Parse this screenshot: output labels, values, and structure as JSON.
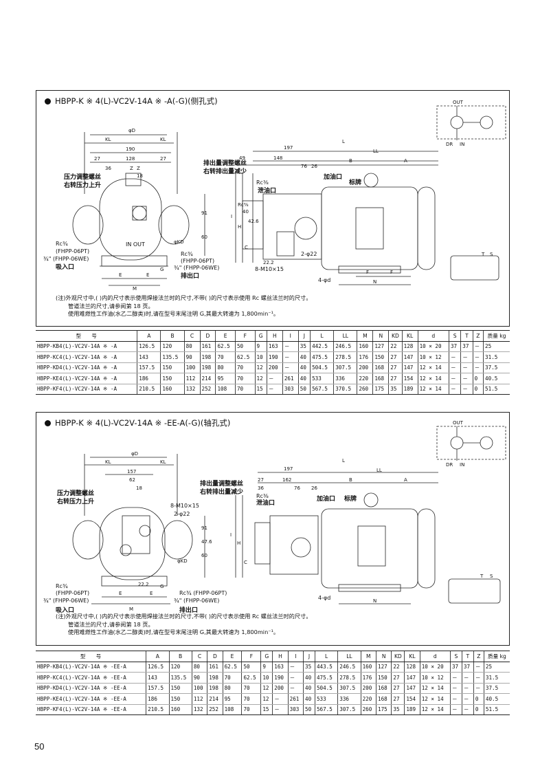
{
  "page_number": "50",
  "sections": [
    {
      "title": "HBPP-K ※ 4(L)-VC2V-14A ※ -A(-G)(侧孔式)",
      "labels": {
        "pressure_adj": "压力调整螺丝",
        "pressure_adj2": "右转压力上升",
        "flow_adj": "排出量调整螺丝",
        "flow_adj2": "右转排出量减少",
        "oil_fill": "加油口",
        "nameplate": "标牌",
        "drain": "泄油口",
        "suction": "吸入口",
        "discharge": "排出口",
        "rc_suction": "Rc¾",
        "fhpp_pt": "(FHPP-06PT)",
        "fhpp_we": "¾\" (FHPP-06WE)",
        "rc_discharge": "Rc¾",
        "fhpp_pt_r": "(FHPP-06PT)",
        "fhpp_we_r": "¾\" (FHPP-06WE)",
        "rc_drain": "Rc⅜",
        "in_out": "IN OUT",
        "m10": "8-M10×15",
        "d22": "2-φ22",
        "four_d": "4-φd",
        "out": "OUT",
        "dr": "DR",
        "in": "IN"
      },
      "dims": [
        "φD",
        "KL",
        "KL",
        "190",
        "27",
        "128",
        "27",
        "36",
        "Z",
        "Z",
        "18",
        "91",
        "60",
        "φKD",
        "E",
        "E",
        "M",
        "G",
        "197",
        "L",
        "LL",
        "49",
        "148",
        "76",
        "26",
        "B",
        "A",
        "Rc⅜",
        "40",
        "42.6",
        "H",
        "C",
        "I",
        "22.2",
        "F",
        "F",
        "N",
        "T",
        "S"
      ],
      "notes": [
        "(注)外观尺寸中,( )内的尺寸表示使用焊接法兰时的尺寸,不带( )的尺寸表示使用 Rc 螺丝法兰时的尺寸。",
        "管道法兰的尺寸,请参阅第 18 页。",
        "使用难燃性工作油(水乙二醇类)时,请在型号末尾注明 G,其最大转速为 1,800min⁻¹。"
      ],
      "table": {
        "headers": [
          "型　　号",
          "A",
          "B",
          "C",
          "D",
          "E",
          "F",
          "G",
          "H",
          "I",
          "J",
          "L",
          "LL",
          "M",
          "N",
          "KD",
          "KL",
          "d",
          "S",
          "T",
          "Z",
          "质量 kg"
        ],
        "rows": [
          [
            "HBPP-KB4(L)-VC2V-14A ※ -A",
            "126.5",
            "120",
            "80",
            "161",
            "62.5",
            "50",
            "9",
            "163",
            "－",
            "35",
            "442.5",
            "246.5",
            "160",
            "127",
            "22",
            "128",
            "10 × 20",
            "37",
            "37",
            "－",
            "25"
          ],
          [
            "HBPP-KC4(L)-VC2V-14A ※ -A",
            "143",
            "135.5",
            "90",
            "198",
            "70",
            "62.5",
            "10",
            "190",
            "－",
            "40",
            "475.5",
            "278.5",
            "176",
            "150",
            "27",
            "147",
            "10 × 12",
            "－",
            "－",
            "－",
            "31.5"
          ],
          [
            "HBPP-KD4(L)-VC2V-14A ※ -A",
            "157.5",
            "150",
            "100",
            "198",
            "80",
            "70",
            "12",
            "200",
            "－",
            "40",
            "504.5",
            "307.5",
            "200",
            "168",
            "27",
            "147",
            "12 × 14",
            "－",
            "－",
            "－",
            "37.5"
          ],
          [
            "HBPP-KE4(L)-VC2V-14A ※ -A",
            "186",
            "150",
            "112",
            "214",
            "95",
            "70",
            "12",
            "－",
            "261",
            "40",
            "533",
            "336",
            "220",
            "168",
            "27",
            "154",
            "12 × 14",
            "－",
            "－",
            "0",
            "40.5"
          ],
          [
            "HBPP-KF4(L)-VC2V-14A ※ -A",
            "210.5",
            "160",
            "132",
            "252",
            "108",
            "70",
            "15",
            "－",
            "303",
            "50",
            "567.5",
            "370.5",
            "260",
            "175",
            "35",
            "189",
            "12 × 14",
            "－",
            "－",
            "0",
            "51.5"
          ]
        ]
      }
    },
    {
      "title": "HBPP-K ※ 4(L)-VC2V-14A ※ -EE-A(-G)(轴孔式)",
      "labels": {
        "pressure_adj": "压力调整螺丝",
        "pressure_adj2": "右转压力上升",
        "flow_adj": "排出量调整螺丝",
        "flow_adj2": "右转排出量减少",
        "oil_fill": "加油口",
        "nameplate": "标牌",
        "drain": "泄油口",
        "suction": "吸入口",
        "discharge": "排出口",
        "rc_suction": "Rc¾",
        "fhpp_pt": "(FHPP-06PT)",
        "fhpp_we": "¾\" (FHPP-06WE)",
        "rc_discharge": "Rc¾ (FHPP-06PT)",
        "fhpp_we_r": "¾\" (FHPP-06WE)",
        "rc_drain": "Rc⅜",
        "m10": "8-M10×15",
        "d22": "2-φ22",
        "four_d": "4-φd",
        "out": "OUT",
        "dr": "DR",
        "in": "IN"
      },
      "dims": [
        "φD",
        "KL",
        "KL",
        "157",
        "62",
        "18",
        "91",
        "47.6",
        "60",
        "φKD",
        "22.2",
        "E",
        "E",
        "M",
        "G",
        "197",
        "L",
        "LL",
        "27",
        "162",
        "76",
        "26",
        "B",
        "A",
        "36",
        "I",
        "H",
        "C",
        "N",
        "T",
        "S"
      ],
      "notes": [
        "(注)外观尺寸中,( )内的尺寸表示使用焊接法兰时的尺寸,不带( )的尺寸表示使用 Rc 螺丝法兰时的尺寸。",
        "管道法兰的尺寸,请参阅第 18 页。",
        "使用难燃性工作油(水乙二醇类)时,请在型号末尾注明 G,其最大转速为 1,800min⁻¹。"
      ],
      "table": {
        "headers": [
          "型　　号",
          "A",
          "B",
          "C",
          "D",
          "E",
          "F",
          "G",
          "H",
          "I",
          "J",
          "L",
          "LL",
          "M",
          "N",
          "KD",
          "KL",
          "d",
          "S",
          "T",
          "Z",
          "质量 kg"
        ],
        "rows": [
          [
            "HBPP-KB4(L)-VC2V-14A ※ -EE-A",
            "126.5",
            "120",
            "80",
            "161",
            "62.5",
            "50",
            "9",
            "163",
            "－",
            "35",
            "443.5",
            "246.5",
            "160",
            "127",
            "22",
            "128",
            "10 × 20",
            "37",
            "37",
            "－",
            "25"
          ],
          [
            "HBPP-KC4(L)-VC2V-14A ※ -EE-A",
            "143",
            "135.5",
            "90",
            "198",
            "70",
            "62.5",
            "10",
            "190",
            "－",
            "40",
            "475.5",
            "278.5",
            "176",
            "150",
            "27",
            "147",
            "10 × 12",
            "－",
            "－",
            "－",
            "31.5"
          ],
          [
            "HBPP-KD4(L)-VC2V-14A ※ -EE-A",
            "157.5",
            "150",
            "100",
            "198",
            "80",
            "70",
            "12",
            "200",
            "－",
            "40",
            "504.5",
            "307.5",
            "200",
            "168",
            "27",
            "147",
            "12 × 14",
            "－",
            "－",
            "－",
            "37.5"
          ],
          [
            "HBPP-KE4(L)-VC2V-14A ※ -EE-A",
            "186",
            "150",
            "112",
            "214",
            "95",
            "70",
            "12",
            "－",
            "261",
            "40",
            "533",
            "336",
            "220",
            "168",
            "27",
            "154",
            "12 × 14",
            "－",
            "－",
            "0",
            "40.5"
          ],
          [
            "HBPP-KF4(L)-VC2V-14A ※ -EE-A",
            "210.5",
            "160",
            "132",
            "252",
            "108",
            "70",
            "15",
            "－",
            "303",
            "50",
            "567.5",
            "307.5",
            "260",
            "175",
            "35",
            "189",
            "12 × 14",
            "－",
            "－",
            "0",
            "51.5"
          ]
        ]
      }
    }
  ]
}
